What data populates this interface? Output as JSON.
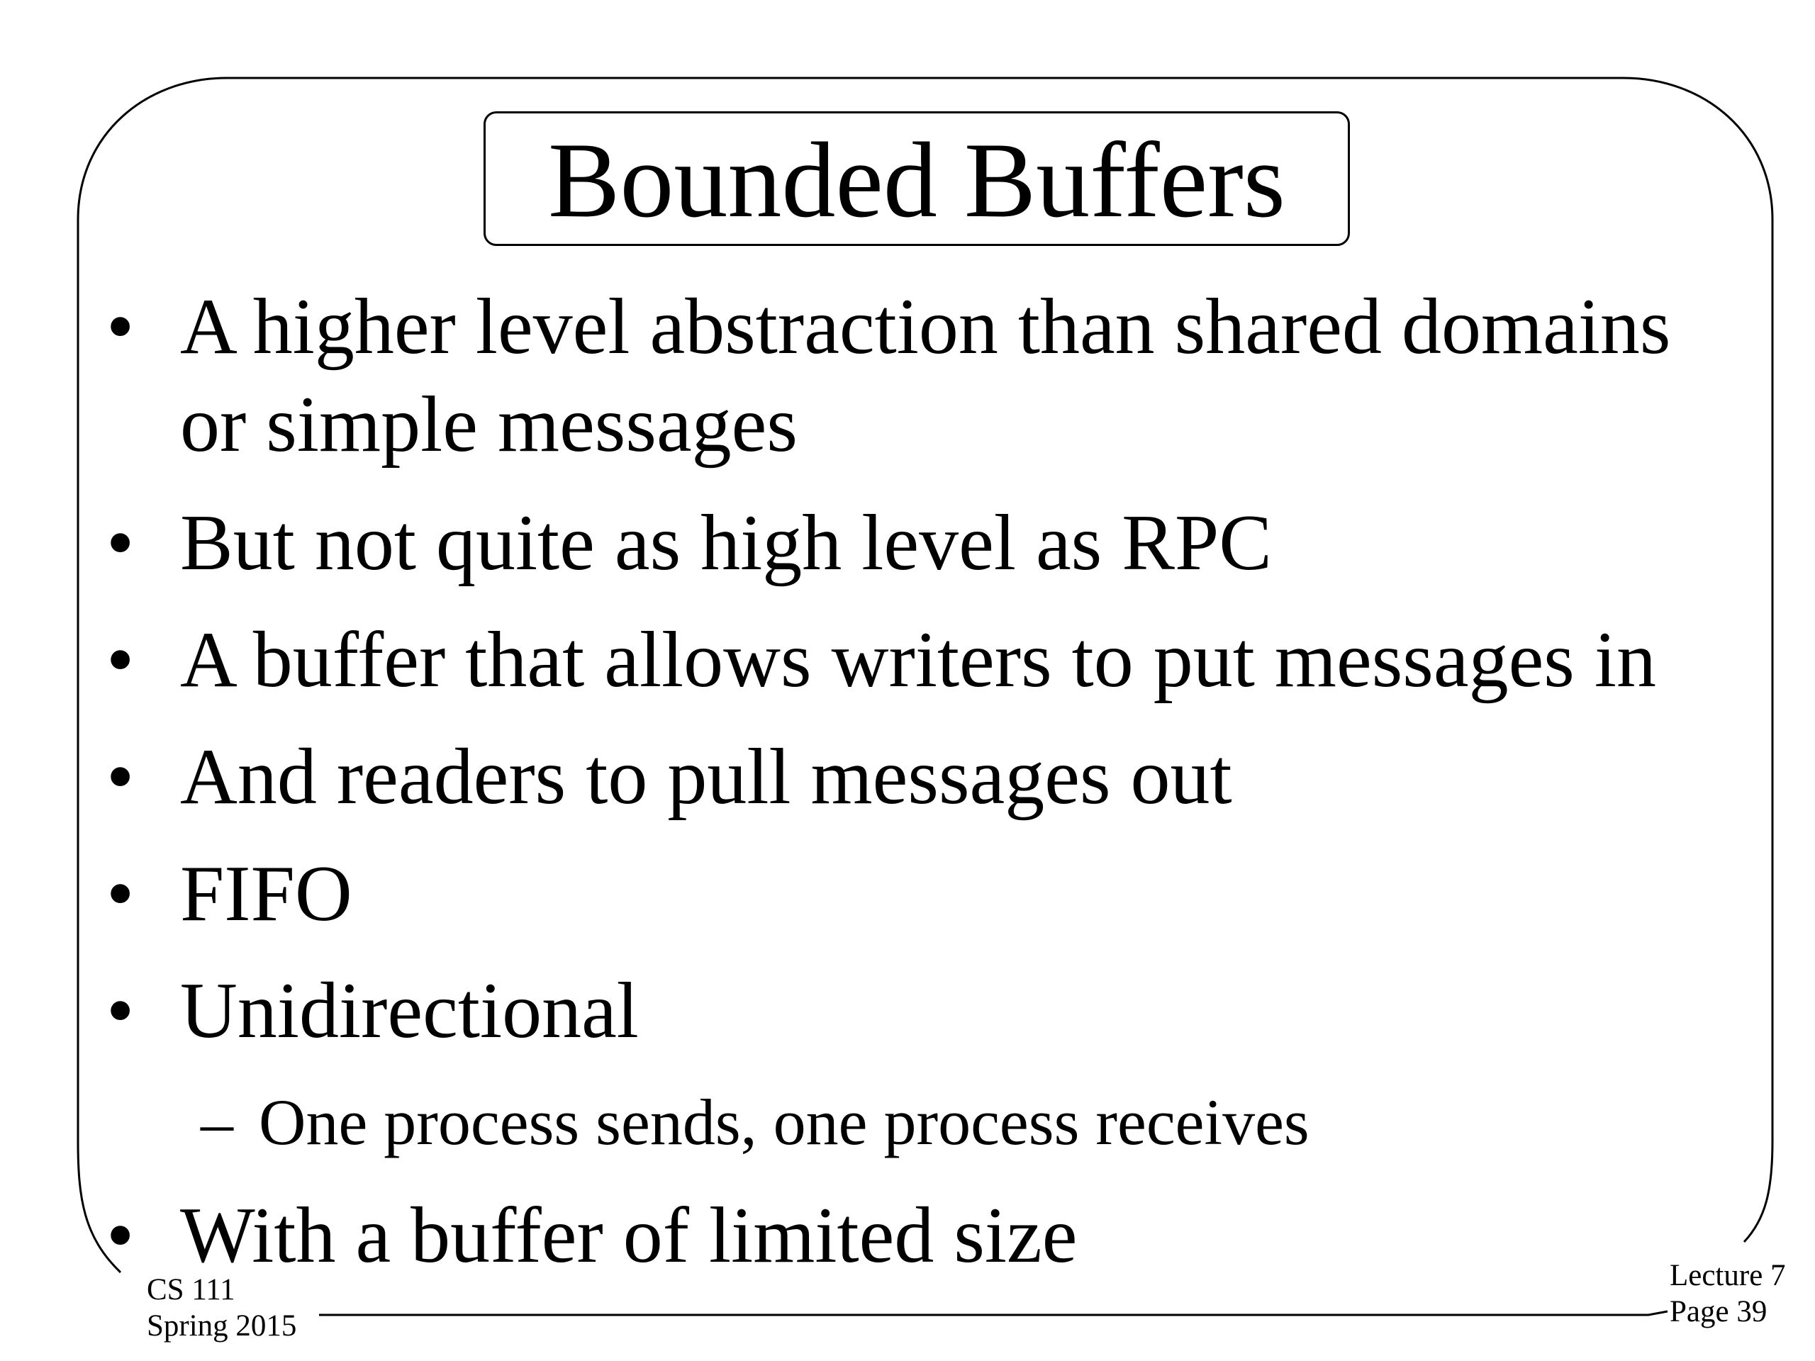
{
  "slide": {
    "title": "Bounded Buffers",
    "bullets": [
      {
        "marker": "•",
        "lines": [
          "A higher level abstraction than shared domains",
          "or simple messages"
        ]
      },
      {
        "marker": "•",
        "text": "But not quite as high level as RPC"
      },
      {
        "marker": "•",
        "text": "A buffer that allows writers to put messages in"
      },
      {
        "marker": "•",
        "text": "And readers to pull messages out"
      },
      {
        "marker": "•",
        "text": "FIFO"
      },
      {
        "marker": "•",
        "text": "Unidirectional"
      },
      {
        "marker": "–",
        "text": "One process sends, one process receives"
      },
      {
        "marker": "•",
        "text": "With a buffer of limited size"
      }
    ]
  },
  "footer": {
    "course": "CS 111",
    "term": "Spring 2015",
    "lecture": "Lecture 7",
    "page": "Page 39"
  }
}
